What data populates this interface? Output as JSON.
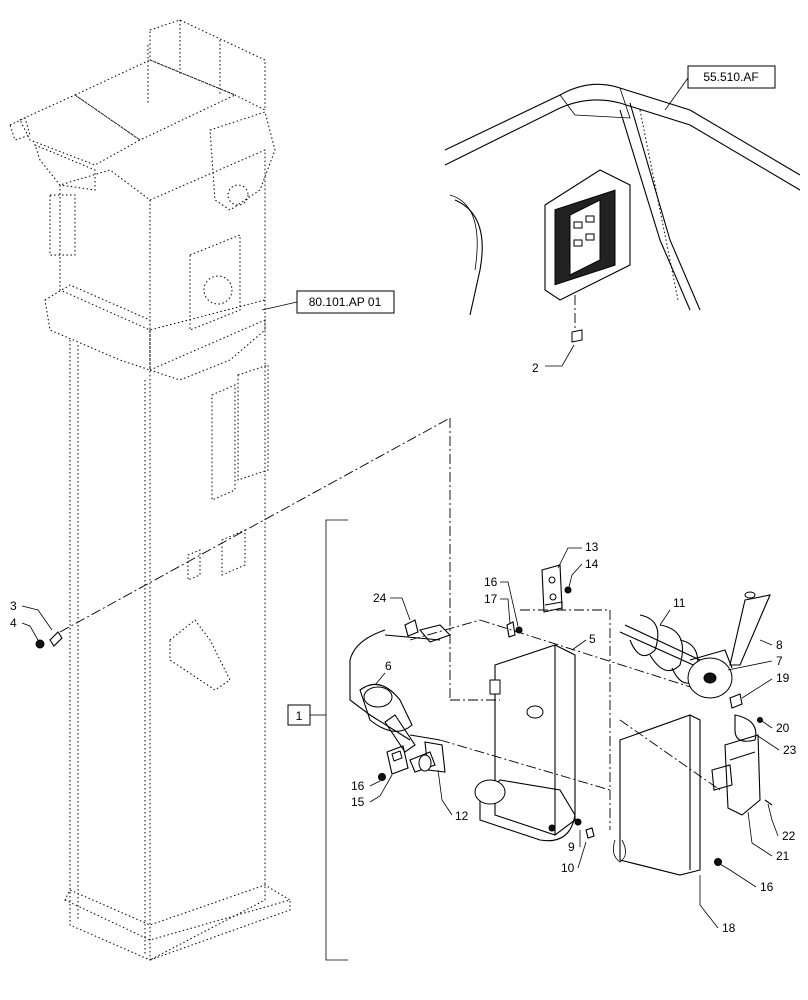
{
  "references": {
    "top_right": "55.510.AF",
    "left_column": "80.101.AP 01"
  },
  "group_box_label": "1",
  "callouts": {
    "c2": "2",
    "c3": "3",
    "c4": "4",
    "c5": "5",
    "c6": "6",
    "c7": "7",
    "c8": "8",
    "c9": "9",
    "c10": "10",
    "c11": "11",
    "c12": "12",
    "c13": "13",
    "c14": "14",
    "c15": "15",
    "c16a": "16",
    "c16b": "16",
    "c16c": "16",
    "c17": "17",
    "c18": "18",
    "c19": "19",
    "c20": "20",
    "c21": "21",
    "c22": "22",
    "c23": "23",
    "c24": "24"
  }
}
